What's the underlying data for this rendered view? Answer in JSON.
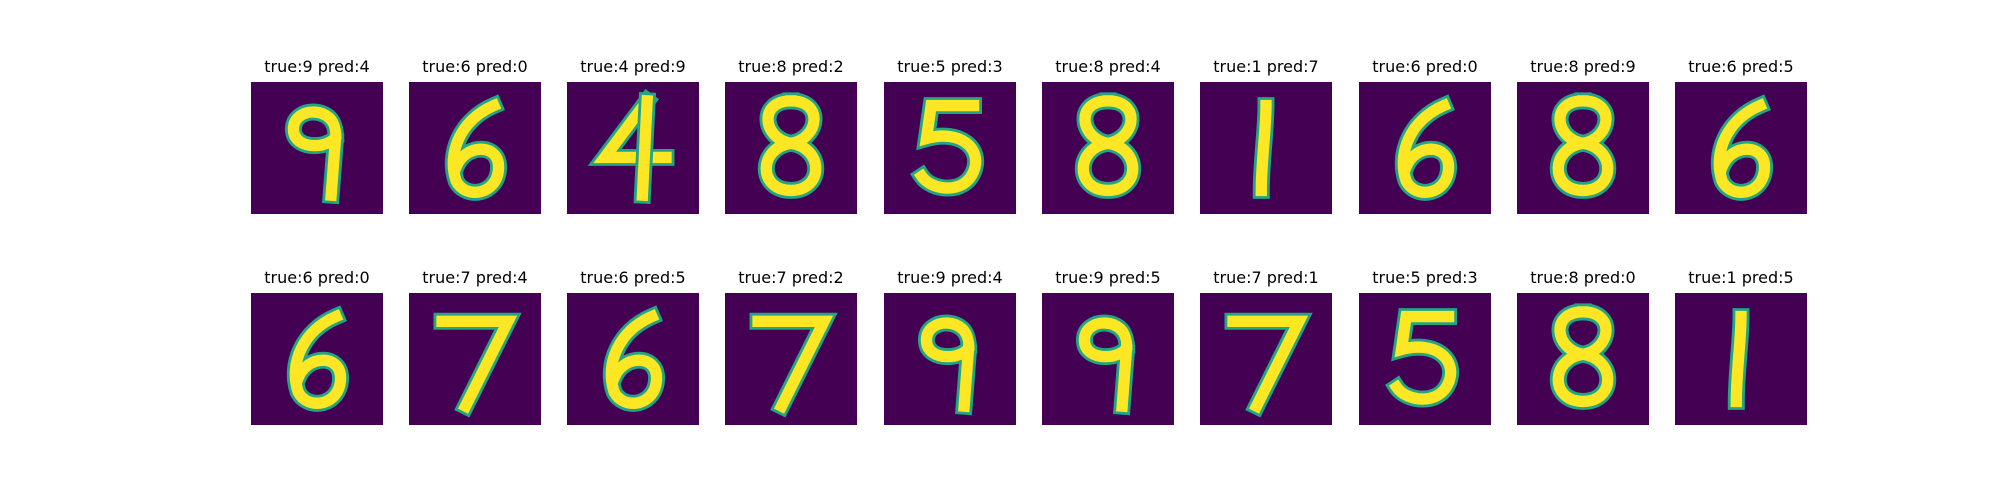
{
  "chart_data": {
    "type": "image_grid",
    "title": "",
    "grid": {
      "rows": 2,
      "cols": 10
    },
    "background_color": "#440154",
    "stroke_color": "#fde725",
    "edge_color": "#21a585",
    "samples": [
      {
        "title": "true:9 pred:4",
        "true": 9,
        "pred": 4
      },
      {
        "title": "true:6 pred:0",
        "true": 6,
        "pred": 0
      },
      {
        "title": "true:4 pred:9",
        "true": 4,
        "pred": 9
      },
      {
        "title": "true:8 pred:2",
        "true": 8,
        "pred": 2
      },
      {
        "title": "true:5 pred:3",
        "true": 5,
        "pred": 3
      },
      {
        "title": "true:8 pred:4",
        "true": 8,
        "pred": 4
      },
      {
        "title": "true:1 pred:7",
        "true": 1,
        "pred": 7
      },
      {
        "title": "true:6 pred:0",
        "true": 6,
        "pred": 0
      },
      {
        "title": "true:8 pred:9",
        "true": 8,
        "pred": 9
      },
      {
        "title": "true:6 pred:5",
        "true": 6,
        "pred": 5
      },
      {
        "title": "true:6 pred:0",
        "true": 6,
        "pred": 0
      },
      {
        "title": "true:7 pred:4",
        "true": 7,
        "pred": 4
      },
      {
        "title": "true:6 pred:5",
        "true": 6,
        "pred": 5
      },
      {
        "title": "true:7 pred:2",
        "true": 7,
        "pred": 2
      },
      {
        "title": "true:9 pred:4",
        "true": 9,
        "pred": 4
      },
      {
        "title": "true:9 pred:5",
        "true": 9,
        "pred": 5
      },
      {
        "title": "true:7 pred:1",
        "true": 7,
        "pred": 1
      },
      {
        "title": "true:5 pred:3",
        "true": 5,
        "pred": 3
      },
      {
        "title": "true:8 pred:0",
        "true": 8,
        "pred": 0
      },
      {
        "title": "true:1 pred:5",
        "true": 1,
        "pred": 5
      }
    ]
  }
}
